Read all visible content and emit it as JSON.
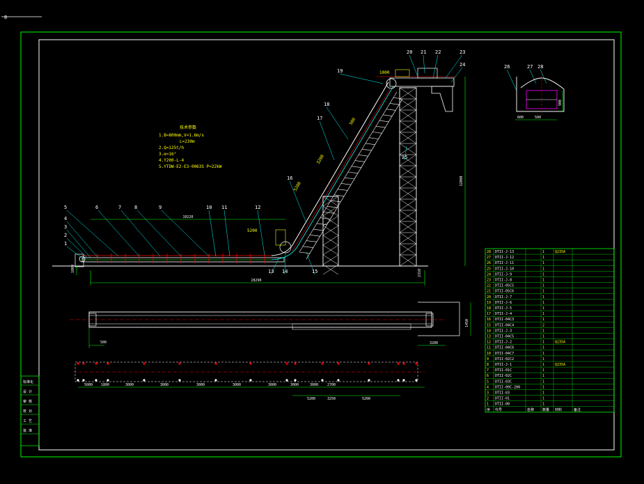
{
  "colors": {
    "background": "#000000",
    "frame": "#00ff00",
    "structure": "#ffffff",
    "dimension": "#00ff00",
    "annotation": "#ffff00",
    "leader": "#00ffff",
    "centerline": "#ff0000",
    "detail": "#ff00ff"
  },
  "corner_marker": "8",
  "part_callouts": [
    "1",
    "2",
    "3",
    "4",
    "5",
    "6",
    "7",
    "8",
    "9",
    "10",
    "11",
    "12",
    "13",
    "14",
    "15",
    "16",
    "17",
    "18",
    "19",
    "20",
    "21",
    "22",
    "23",
    "24",
    "25",
    "26",
    "27",
    "28"
  ],
  "tech_notes": [
    "1.B=800mm,V=1.6m/s",
    "L=230m",
    "2.Q=125t/h",
    "3.α=16°",
    "4.Y200-L-4",
    "5.YTDW-E2-E3-0063S P=22kW"
  ],
  "dimensions": [
    "28290",
    "10220",
    "5000",
    "1800",
    "3000",
    "3000",
    "3000",
    "3000",
    "3000",
    "3000",
    "3000",
    "2700",
    "5200",
    "3250",
    "12000",
    "1450",
    "500",
    "1000",
    "3200",
    "600",
    "1000",
    "900",
    "2310"
  ],
  "left_labels": [
    "标准化",
    "设 计",
    "审 核",
    "校 对",
    "工 艺",
    "批 准"
  ],
  "bom_rows": [
    [
      "28",
      "DTII-J-13",
      "",
      "1",
      "Q235A"
    ],
    [
      "27",
      "DTII-J-12",
      "",
      "1",
      ""
    ],
    [
      "26",
      "DTII-J-11",
      "",
      "1",
      ""
    ],
    [
      "25",
      "DTII-J-10",
      "",
      "1",
      ""
    ],
    [
      "24",
      "DTII-J-9",
      "",
      "1",
      ""
    ],
    [
      "23",
      "DTII-J-8",
      "",
      "1",
      ""
    ],
    [
      "22",
      "DTII-05C5",
      "",
      "1",
      ""
    ],
    [
      "21",
      "DTII-05C6",
      "",
      "1",
      ""
    ],
    [
      "20",
      "DTII-J-7",
      "",
      "1",
      ""
    ],
    [
      "19",
      "DTII-J-6",
      "",
      "1",
      ""
    ],
    [
      "18",
      "DTII-J-5",
      "",
      "1",
      ""
    ],
    [
      "17",
      "DTII-J-4",
      "",
      "1",
      ""
    ],
    [
      "16",
      "DTII-04C3",
      "",
      "1",
      ""
    ],
    [
      "15",
      "DTII-04C4",
      "",
      "2",
      ""
    ],
    [
      "14",
      "DTII-J-3",
      "",
      "1",
      ""
    ],
    [
      "13",
      "DTII-04C5",
      "",
      "1",
      ""
    ],
    [
      "12",
      "DTII-J-2",
      "",
      "1",
      "Q235A"
    ],
    [
      "11",
      "DTII-04C6",
      "",
      "1",
      ""
    ],
    [
      "10",
      "DTII-04C7",
      "",
      "1",
      ""
    ],
    [
      "9",
      "DTII-02C2",
      "",
      "1",
      ""
    ],
    [
      "8",
      "DTII-J-1",
      "",
      "1",
      "Q235A"
    ],
    [
      "7",
      "DTII-01C",
      "",
      "1",
      ""
    ],
    [
      "6",
      "DTII-02C",
      "",
      "1",
      ""
    ],
    [
      "5",
      "DTII-03C",
      "",
      "1",
      ""
    ],
    [
      "4",
      "DTII-09C-200",
      "",
      "1",
      ""
    ],
    [
      "3",
      "DTII-03",
      "",
      "1",
      ""
    ],
    [
      "2",
      "DTII-01",
      "",
      "1",
      ""
    ],
    [
      "1",
      "DTII-00",
      "",
      "1",
      ""
    ]
  ],
  "bom_header": [
    "序",
    "代号",
    "名称",
    "数量",
    "材料",
    "备注"
  ]
}
